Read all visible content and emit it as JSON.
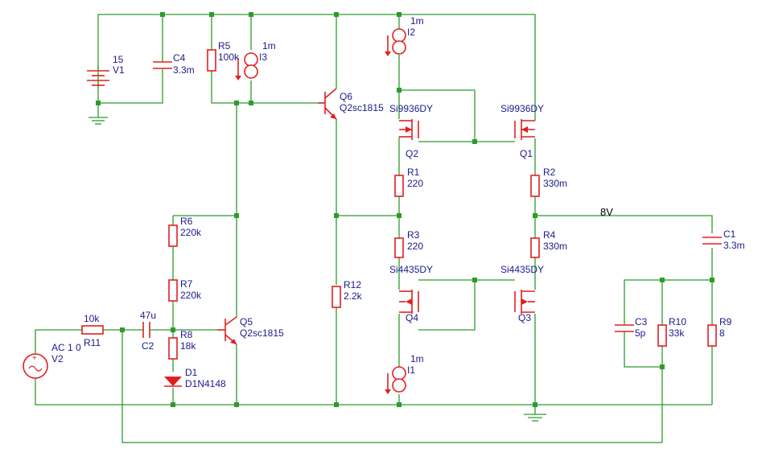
{
  "components": {
    "v1": {
      "value": "15",
      "name": "V1"
    },
    "c4": {
      "name": "C4",
      "value": "3.3m"
    },
    "r5": {
      "name": "R5",
      "value": "100k"
    },
    "i3": {
      "value": "1m",
      "name": "I3"
    },
    "q6": {
      "name": "Q6",
      "model": "Q2sc1815"
    },
    "i2": {
      "value": "1m",
      "name": "I2"
    },
    "q2": {
      "model": "Si9936DY",
      "name": "Q2"
    },
    "q1": {
      "model": "Si9936DY",
      "name": "Q1"
    },
    "r1": {
      "name": "R1",
      "value": "220"
    },
    "r2": {
      "name": "R2",
      "value": "330m"
    },
    "r3": {
      "name": "R3",
      "value": "220"
    },
    "r4": {
      "name": "R4",
      "value": "330m"
    },
    "q4": {
      "model": "Si4435DY",
      "name": "Q4"
    },
    "q3": {
      "model": "Si4435DY",
      "name": "Q3"
    },
    "i1": {
      "value": "1m",
      "name": "I1"
    },
    "r6": {
      "name": "R6",
      "value": "220k"
    },
    "r7": {
      "name": "R7",
      "value": "220k"
    },
    "r8": {
      "name": "R8",
      "value": "18k"
    },
    "d1": {
      "name": "D1",
      "model": "D1N4148"
    },
    "q5": {
      "name": "Q5",
      "model": "Q2sc1815"
    },
    "r11": {
      "value": "10k",
      "name": "R11"
    },
    "c2": {
      "value": "47u",
      "name": "C2"
    },
    "v2": {
      "value": "AC 1 0",
      "name": "V2"
    },
    "r12": {
      "name": "R12",
      "value": "2.2k"
    },
    "c1": {
      "name": "C1",
      "value": "3.3m"
    },
    "c3": {
      "name": "C3",
      "value": "5p"
    },
    "r10": {
      "name": "R10",
      "value": "33k"
    },
    "r9": {
      "name": "R9",
      "value": "8"
    }
  },
  "net_labels": {
    "output": "8V"
  },
  "colors": {
    "wire": "#2e9b2e",
    "component": "#e02020",
    "label": "#000080"
  }
}
